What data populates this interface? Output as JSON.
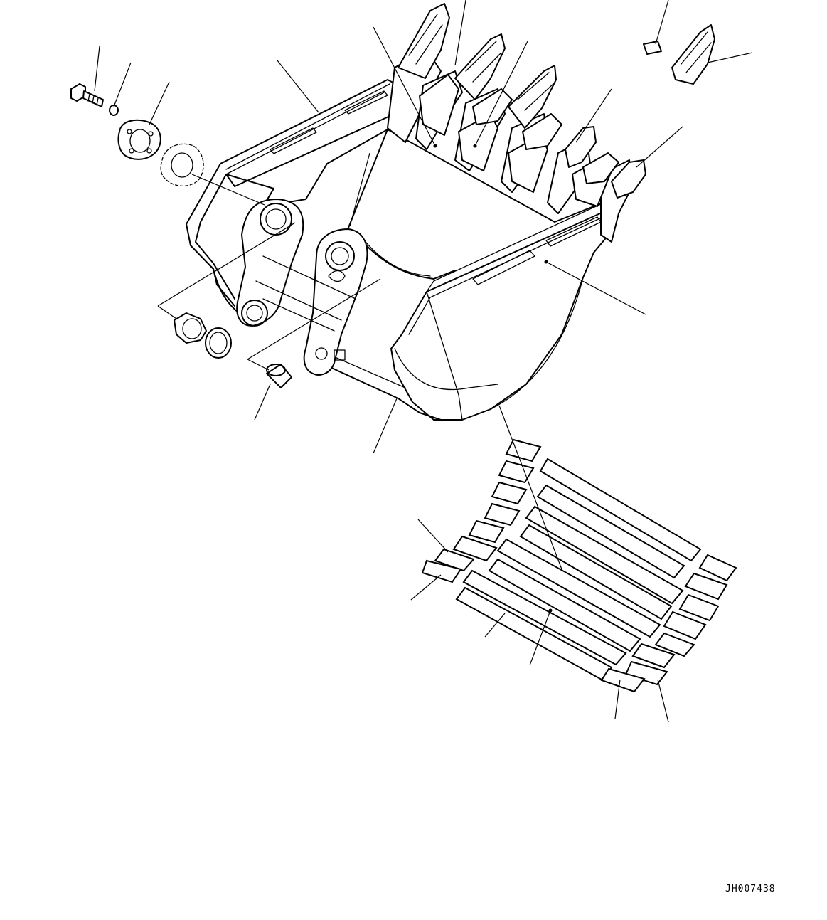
{
  "drawing": {
    "code": "JH007438"
  },
  "parts": {
    "bucket": "bucket-body",
    "teeth": "bucket-tooth-points",
    "adapters": "tooth-adapters",
    "side_cutters": "side-cutters",
    "wear_plates": "wear-plates",
    "bolt": "bolt",
    "washer": "washer",
    "hub": "mounting-hub",
    "shim": "shim",
    "bushing": "bushing",
    "dust_seal": "dust-seal",
    "collar": "collar"
  }
}
